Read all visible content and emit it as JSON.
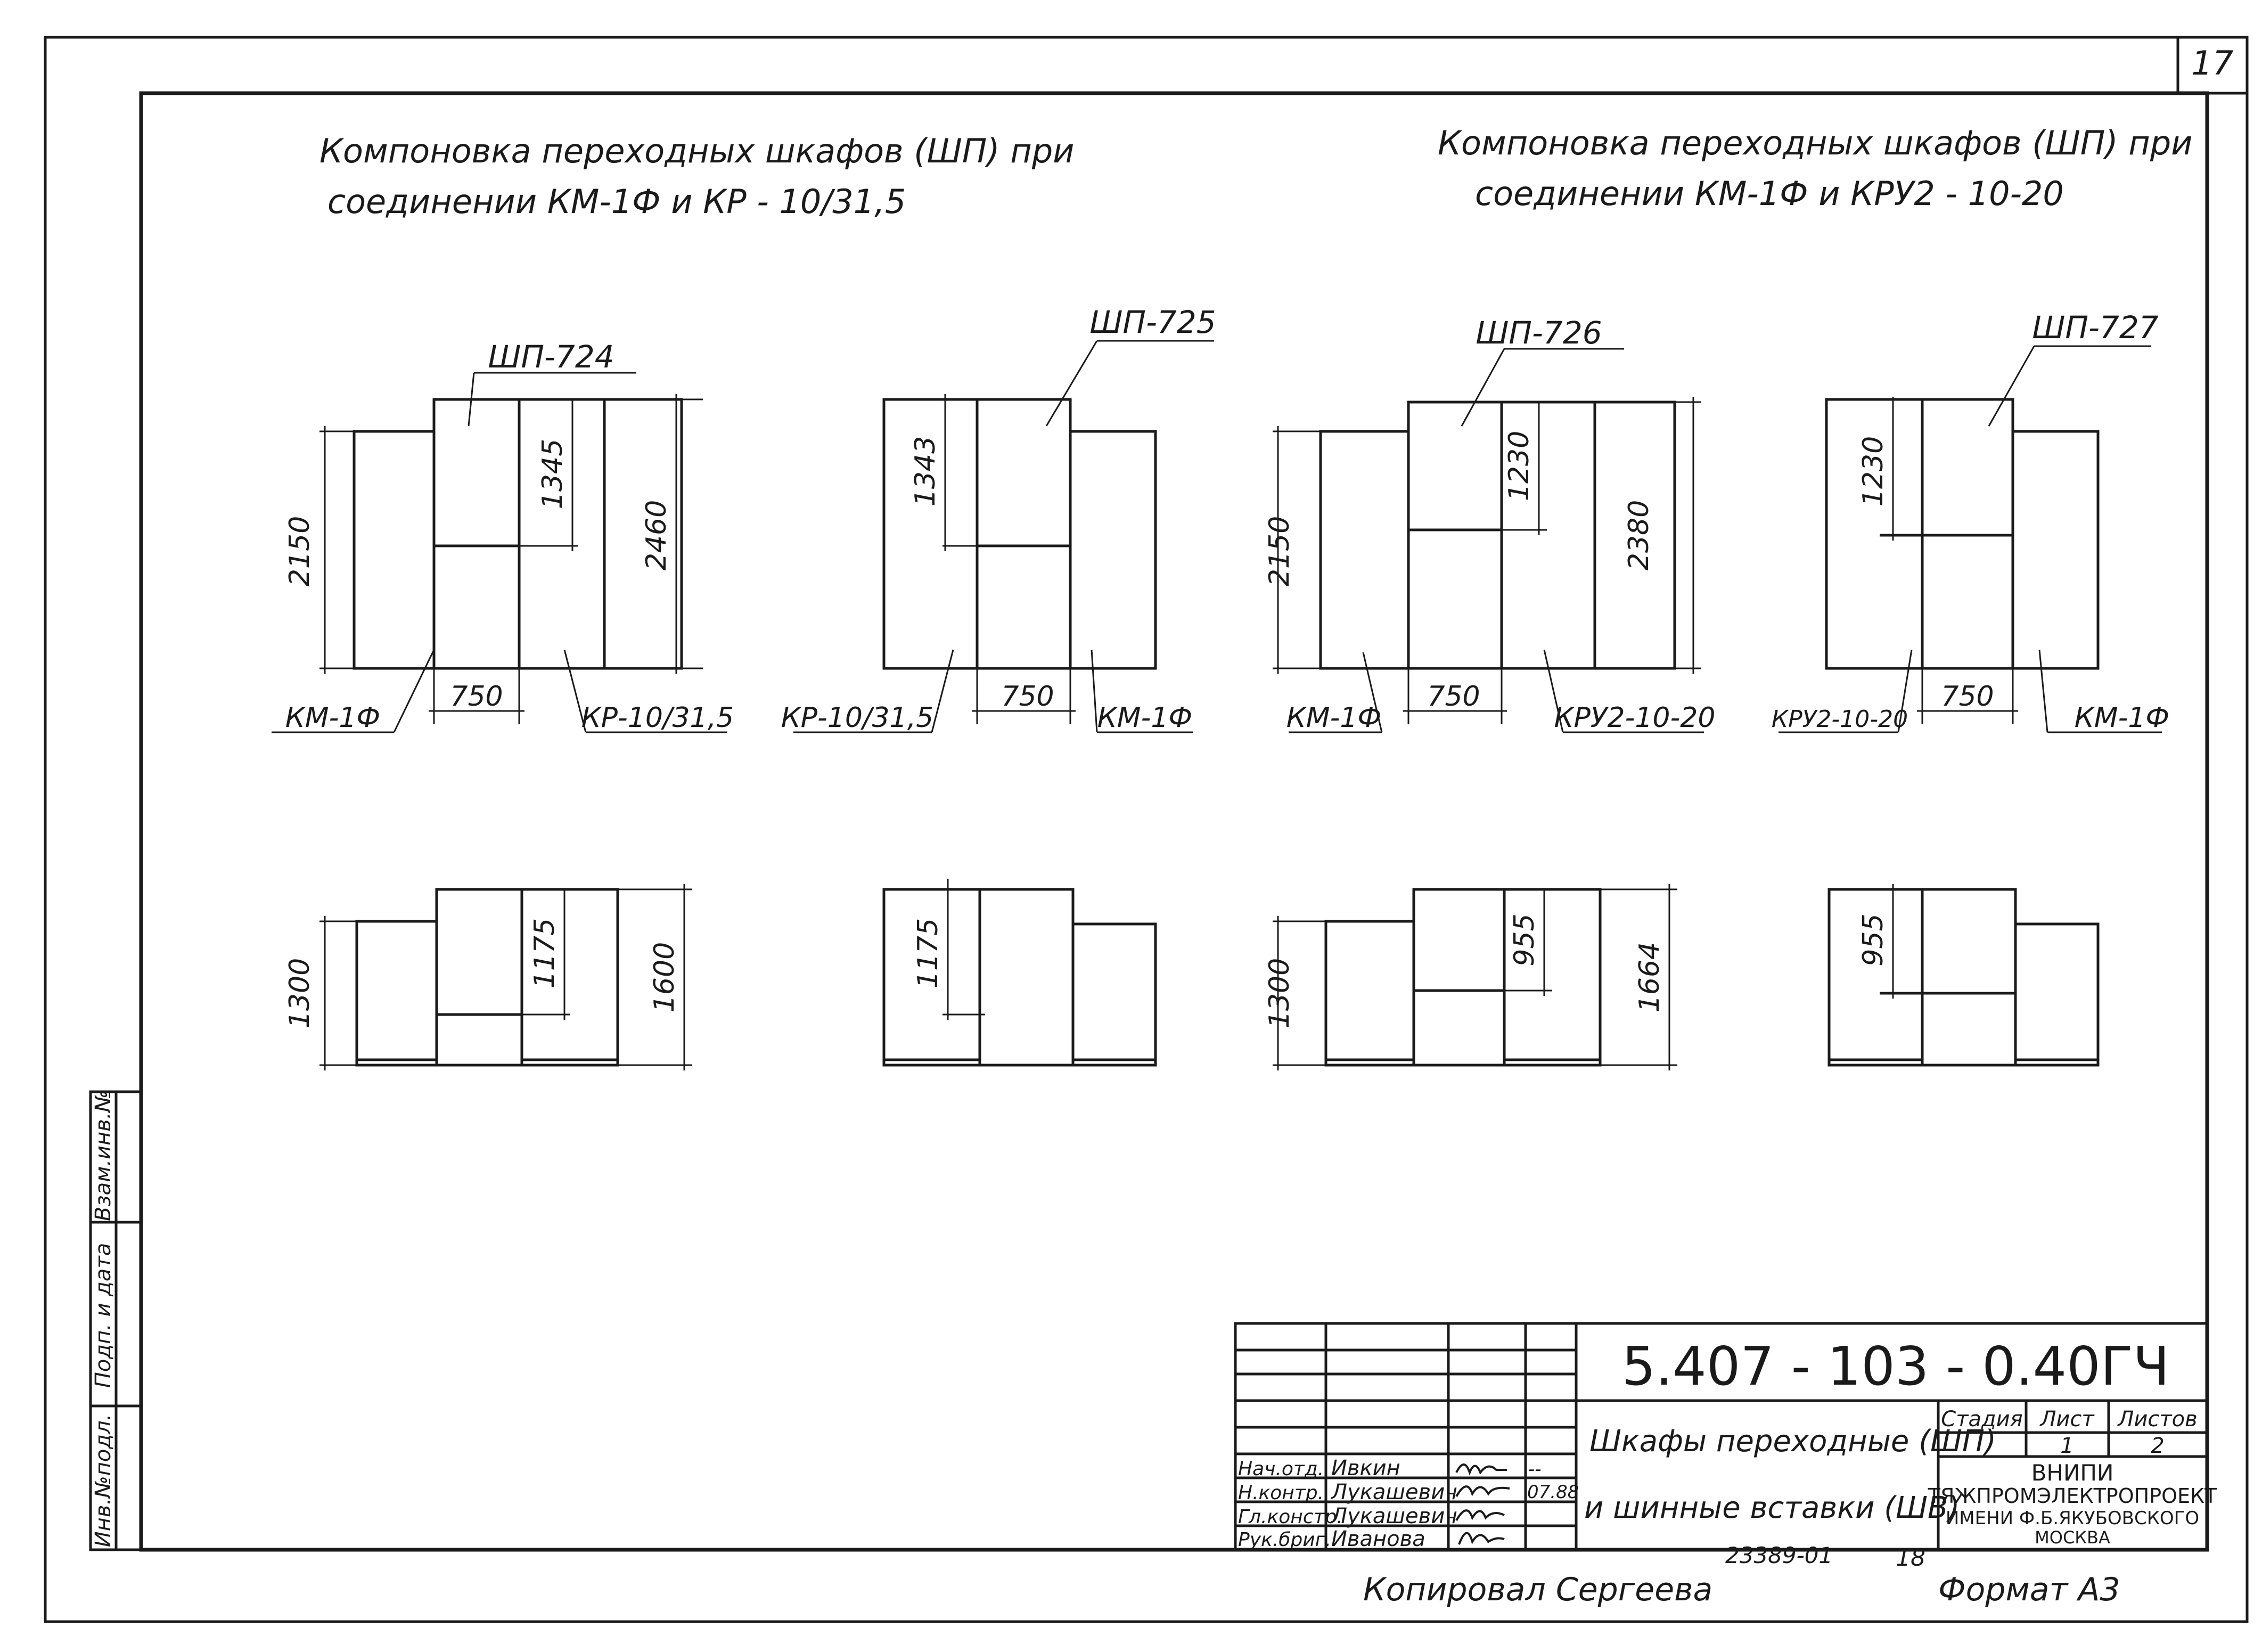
{
  "page_number": "17",
  "headings": {
    "left_line1": "Компоновка  переходных шкафов (ШП) при",
    "left_line2": "соединении  КМ-1Ф  и  КР - 10/31,5",
    "right_line1": "Компоновка  переходных шкафов (ШП) при",
    "right_line2": "соединении  КМ-1Ф  и  КРУ2 - 10-20"
  },
  "layouts": [
    {
      "title": "ШП-724",
      "left_label": "КМ-1Ф",
      "right_label": "КР-10/31,5",
      "width": "750",
      "dims_top": {
        "left": "2150",
        "inner": "1345",
        "right": "2460"
      },
      "dims_bottom": {
        "left": "1300",
        "inner": "1175",
        "right": "1600"
      }
    },
    {
      "title": "ШП-725",
      "left_label": "КР-10/31,5",
      "right_label": "КМ-1Ф",
      "width": "750",
      "dims_top": {
        "inner": "1343"
      },
      "dims_bottom": {
        "inner": "1175"
      }
    },
    {
      "title": "ШП-726",
      "left_label": "КМ-1Ф",
      "right_label": "КРУ2-10-20",
      "width": "750",
      "dims_top": {
        "left": "2150",
        "inner": "1230",
        "right": "2380"
      },
      "dims_bottom": {
        "left": "1300",
        "inner": "955",
        "right": "1664"
      }
    },
    {
      "title": "ШП-727",
      "left_label": "КРУ2-10-20",
      "right_label": "КМ-1Ф",
      "width": "750",
      "dims_top": {
        "inner": "1230"
      },
      "dims_bottom": {
        "inner": "955"
      }
    }
  ],
  "side_stamp": [
    "Инв.№подл.",
    "Подп. и дата",
    "Взам.инв.№"
  ],
  "title_block": {
    "doc_code": "5.407 - 103 - 0.40ГЧ",
    "title_line1": "Шкафы переходные (ШП)",
    "title_line2": "и шинные вставки (ШВ)",
    "roles": [
      "Нач.отд.",
      "Н.контр.",
      "Гл.констр.",
      "Рук.бриг."
    ],
    "names": [
      "Ивкин",
      "Лукашевич",
      "Лукашевич",
      "Иванова"
    ],
    "date": "07.88",
    "stage_header": "Стадия",
    "sheet_header": "Лист",
    "sheets_header": "Листов",
    "sheet_value": "1",
    "sheets_value": "2",
    "org_line1": "ВНИПИ",
    "org_line2": "ТЯЖПРОМЭЛЕКТРОПРОЕКТ",
    "org_line3": "ИМЕНИ Ф.Б.ЯКУБОВСКОГО",
    "org_line4": "МОСКВА"
  },
  "footer": {
    "copied": "Копировал  Сергеева",
    "number": "23389-01",
    "number2": "18",
    "format": "Формат А3"
  },
  "colors": {
    "ink": "#1a1a1a",
    "paper": "#ffffff"
  }
}
